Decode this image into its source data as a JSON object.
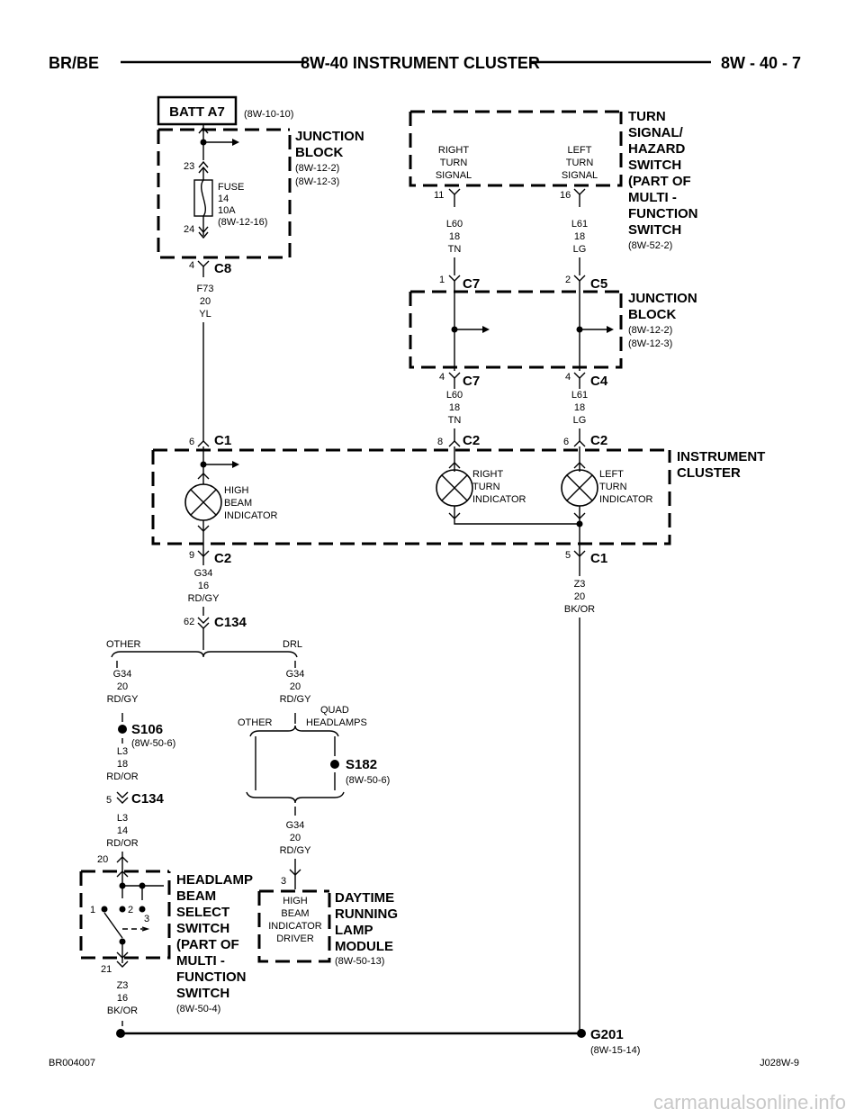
{
  "header": {
    "left": "BR/BE",
    "center": "8W-40 INSTRUMENT CLUSTER",
    "right": "8W - 40 - 7"
  },
  "batt": {
    "label": "BATT A7",
    "ref": "(8W-10-10)"
  },
  "junction_block_top": {
    "title1": "JUNCTION",
    "title2": "BLOCK",
    "ref1": "(8W-12-2)",
    "ref2": "(8W-12-3)"
  },
  "fuse": {
    "label": "FUSE",
    "number": "14",
    "rating": "10A",
    "ref": "(8W-12-16)",
    "pin_in": "23",
    "pin_out": "24"
  },
  "c8": {
    "pin": "4",
    "label": "C8"
  },
  "wire_f73": {
    "circuit": "F73",
    "gauge": "20",
    "color": "YL"
  },
  "turn_switch": {
    "right": [
      "RIGHT",
      "TURN",
      "SIGNAL"
    ],
    "left": [
      "LEFT",
      "TURN",
      "SIGNAL"
    ],
    "pin_right": "11",
    "pin_left": "16",
    "title": [
      "TURN",
      "SIGNAL/",
      "HAZARD",
      "SWITCH",
      "(PART OF",
      "MULTI -",
      "FUNCTION",
      "SWITCH"
    ],
    "ref": "(8W-52-2)"
  },
  "wire_l60_a": {
    "circuit": "L60",
    "gauge": "18",
    "color": "TN"
  },
  "wire_l61_a": {
    "circuit": "L61",
    "gauge": "18",
    "color": "LG"
  },
  "junction_block_mid": {
    "c7_top_pin": "1",
    "c7_top": "C7",
    "c5_pin": "2",
    "c5": "C5",
    "c7_bot_pin": "4",
    "c7_bot": "C7",
    "c4_pin": "4",
    "c4": "C4",
    "title1": "JUNCTION",
    "title2": "BLOCK",
    "ref1": "(8W-12-2)",
    "ref2": "(8W-12-3)"
  },
  "wire_l60_b": {
    "circuit": "L60",
    "gauge": "18",
    "color": "TN"
  },
  "wire_l61_b": {
    "circuit": "L61",
    "gauge": "18",
    "color": "LG"
  },
  "cluster": {
    "c1_pin": "6",
    "c1": "C1",
    "c2a_pin": "8",
    "c2a": "C2",
    "c2b_pin": "6",
    "c2b": "C2",
    "high_beam": [
      "HIGH",
      "BEAM",
      "INDICATOR"
    ],
    "right_turn": [
      "RIGHT",
      "TURN",
      "INDICATOR"
    ],
    "left_turn": [
      "LEFT",
      "TURN",
      "INDICATOR"
    ],
    "title1": "INSTRUMENT",
    "title2": "CLUSTER",
    "c2_bot_pin": "9",
    "c2_bot": "C2",
    "c1_bot_pin": "5",
    "c1_bot": "C1"
  },
  "wire_g34_16": {
    "circuit": "G34",
    "gauge": "16",
    "color": "RD/GY"
  },
  "wire_z3_20": {
    "circuit": "Z3",
    "gauge": "20",
    "color": "BK/OR"
  },
  "c134_top": {
    "pin": "62",
    "label": "C134"
  },
  "split_top": {
    "left": "OTHER",
    "right": "DRL"
  },
  "wire_g34_20_l": {
    "circuit": "G34",
    "gauge": "20",
    "color": "RD/GY"
  },
  "wire_g34_20_r": {
    "circuit": "G34",
    "gauge": "20",
    "color": "RD/GY"
  },
  "s106": {
    "label": "S106",
    "ref": "(8W-50-6)"
  },
  "split_mid": {
    "left": "OTHER",
    "right1": "QUAD",
    "right2": "HEADLAMPS"
  },
  "s182": {
    "label": "S182",
    "ref": "(8W-50-6)"
  },
  "wire_l3_18": {
    "circuit": "L3",
    "gauge": "18",
    "color": "RD/OR"
  },
  "c134_bot": {
    "pin": "5",
    "label": "C134"
  },
  "wire_l3_14": {
    "circuit": "L3",
    "gauge": "14",
    "color": "RD/OR"
  },
  "wire_g34_20_c": {
    "circuit": "G34",
    "gauge": "20",
    "color": "RD/GY"
  },
  "headlamp_switch": {
    "pin_top": "20",
    "pin_bot": "21",
    "pos1": "1",
    "pos2": "2",
    "pos3": "3",
    "title": [
      "HEADLAMP",
      "BEAM",
      "SELECT",
      "SWITCH",
      "(PART OF",
      "MULTI -",
      "FUNCTION",
      "SWITCH"
    ],
    "ref": "(8W-50-4)"
  },
  "drl": {
    "pin": "3",
    "driver": [
      "HIGH",
      "BEAM",
      "INDICATOR",
      "DRIVER"
    ],
    "title": [
      "DAYTIME",
      "RUNNING",
      "LAMP",
      "MODULE"
    ],
    "ref": "(8W-50-13)"
  },
  "wire_z3_16": {
    "circuit": "Z3",
    "gauge": "16",
    "color": "BK/OR"
  },
  "ground": {
    "label": "G201",
    "ref": "(8W-15-14)"
  },
  "footer": {
    "left": "BR004007",
    "right": "J028W-9",
    "watermark": "carmanualsonline.info"
  }
}
